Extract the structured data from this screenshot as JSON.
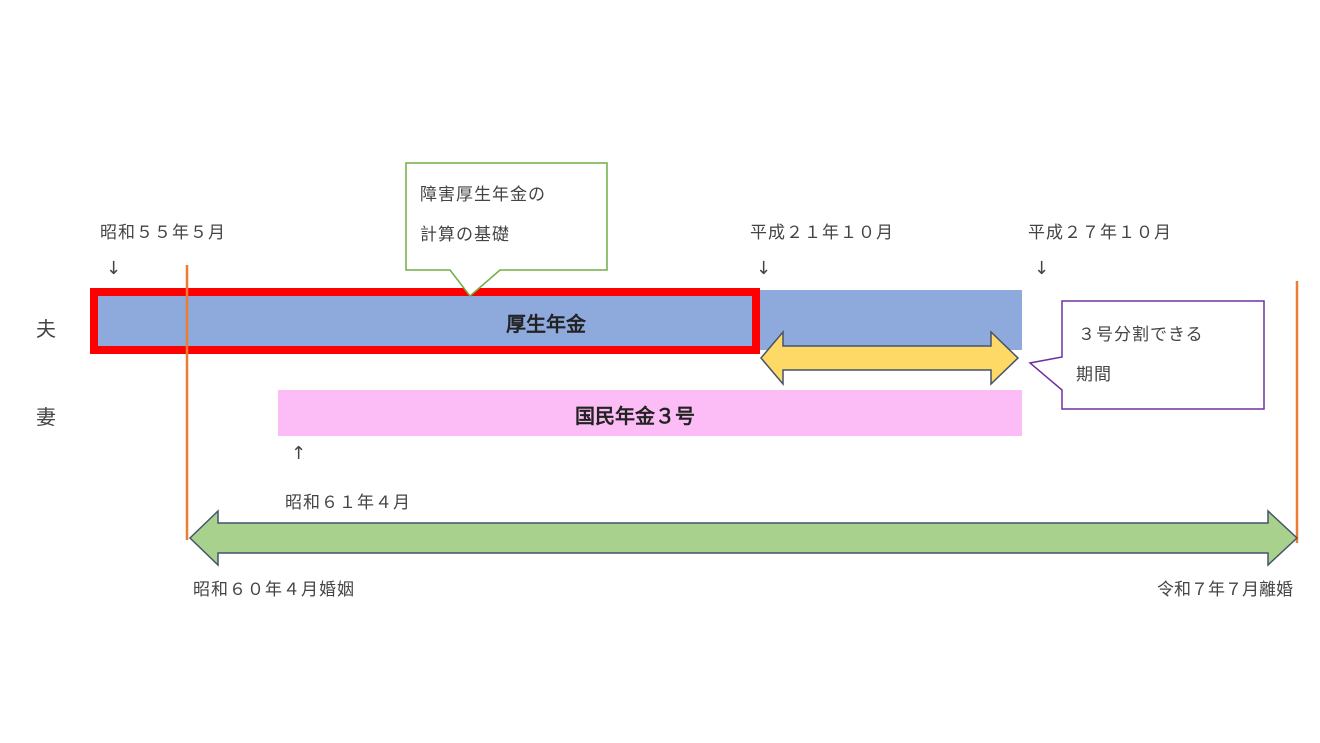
{
  "rows": {
    "husband": "夫",
    "wife": "妻"
  },
  "bars": {
    "kosei": {
      "label": "厚生年金",
      "color": "#8EA9DB"
    },
    "kokumin3": {
      "label": "国民年金３号",
      "color": "#FCBDF6"
    }
  },
  "dates": {
    "s55": "昭和５５年５月",
    "h21": "平成２１年１０月",
    "h27": "平成２７年１０月",
    "s61": "昭和６１年４月",
    "marriage": "昭和６０年４月婚姻",
    "divorce": "令和７年７月離婚"
  },
  "arrows": {
    "down": "↓",
    "up": "↑"
  },
  "callouts": {
    "disability": {
      "line1": "障害厚生年金の",
      "line2": "計算の基礎"
    },
    "split": {
      "line1": "３号分割できる",
      "line2": "期間"
    }
  },
  "colors": {
    "highlight": "#FF0000",
    "marriage_line": "#ED7D31",
    "marriage_arrow": "#A9D18E",
    "split_arrow": "#FFD966",
    "callout_green": "#70AD47",
    "callout_purple": "#7030A0"
  }
}
